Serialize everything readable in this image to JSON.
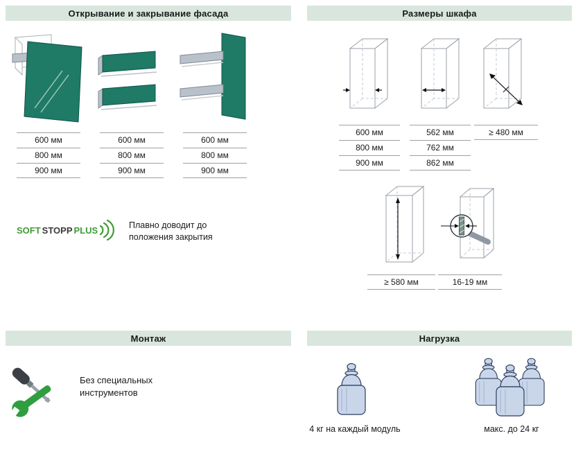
{
  "colors": {
    "header_bg": "#d9e6de",
    "accent_green": "#3f9c35",
    "facade_teal": "#1f7a66",
    "weight_blue": "#c9d6ea"
  },
  "icons": [
    "cabinet-open-facade-icon",
    "cabinet-flaps-icon",
    "cabinet-side-rails-icon",
    "softstopp-waves-icon",
    "cabinet-outer-width-icon",
    "cabinet-inner-width-icon",
    "cabinet-depth-icon",
    "cabinet-height-icon",
    "facade-thickness-magnifier-icon",
    "tools-icon",
    "weight-icon",
    "weights-group-icon"
  ],
  "sections": {
    "facade": {
      "title": "Открывание и закрывание фасада",
      "tables": [
        [
          "600 мм",
          "800 мм",
          "900 мм"
        ],
        [
          "600 мм",
          "800 мм",
          "900 мм"
        ],
        [
          "600 мм",
          "800 мм",
          "900 мм"
        ]
      ],
      "softstopp": {
        "soft": "SOFT",
        "stopp": "STOPP",
        "plus": "PLUS",
        "description": "Плавно доводит до положения закрытия"
      }
    },
    "dimensions": {
      "title": "Размеры шкафа",
      "tables": [
        [
          "600 мм",
          "800 мм",
          "900 мм"
        ],
        [
          "562 мм",
          "762 мм",
          "862 мм"
        ],
        [
          "≥ 480 мм"
        ]
      ],
      "height_label": "≥ 580 мм",
      "thickness_label": "16-19 мм"
    },
    "montage": {
      "title": "Монтаж",
      "description": "Без специальных инструментов"
    },
    "load": {
      "title": "Нагрузка",
      "single_label": "4 кг на каждый модуль",
      "multi_label": "макс. до 24 кг"
    }
  }
}
